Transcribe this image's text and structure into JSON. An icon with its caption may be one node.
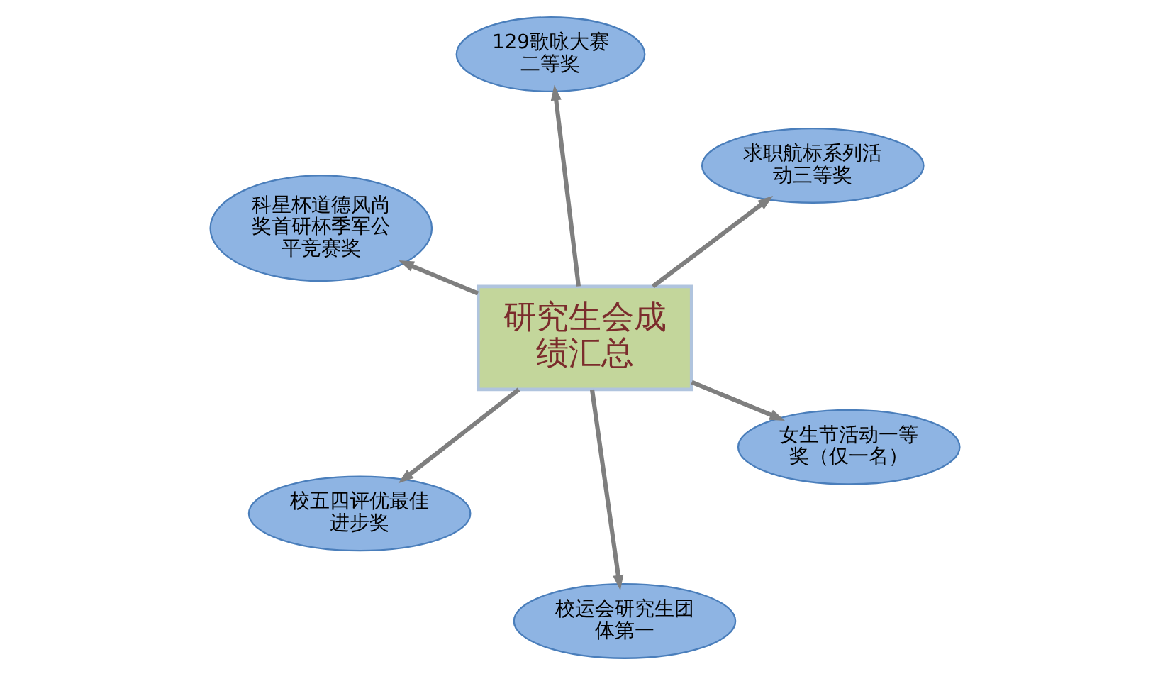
{
  "diagram": {
    "nodes": [
      {
        "text": [
          "科星杯道德风尚奖首研杯季军公平竞赛奖"
        ]
      },
      {
        "text": [
          "女生节活动一等奖（仅一名）"
        ]
      },
      {
        "text": [
          "校运会研究生团体第一"
        ]
      },
      {
        "text": [
          "研究生会成绩汇总"
        ]
      },
      {
        "text": [
          "求职航标系列活动三等奖"
        ]
      },
      {
        "text": [
          "129歌咏大赛二等奖"
        ]
      },
      {
        "text": [
          "校五四评优最佳进步奖"
        ]
      }
    ],
    "edges": [
      {
        "from": 3,
        "to": 0,
        "arrow": "to"
      },
      {
        "from": 3,
        "to": 1,
        "arrow": "to"
      },
      {
        "from": 3,
        "to": 2,
        "arrow": "to"
      },
      {
        "from": 3,
        "to": 4,
        "arrow": "to"
      },
      {
        "from": 3,
        "to": 5,
        "arrow": "to"
      },
      {
        "from": 3,
        "to": 6,
        "arrow": "to"
      }
    ]
  }
}
